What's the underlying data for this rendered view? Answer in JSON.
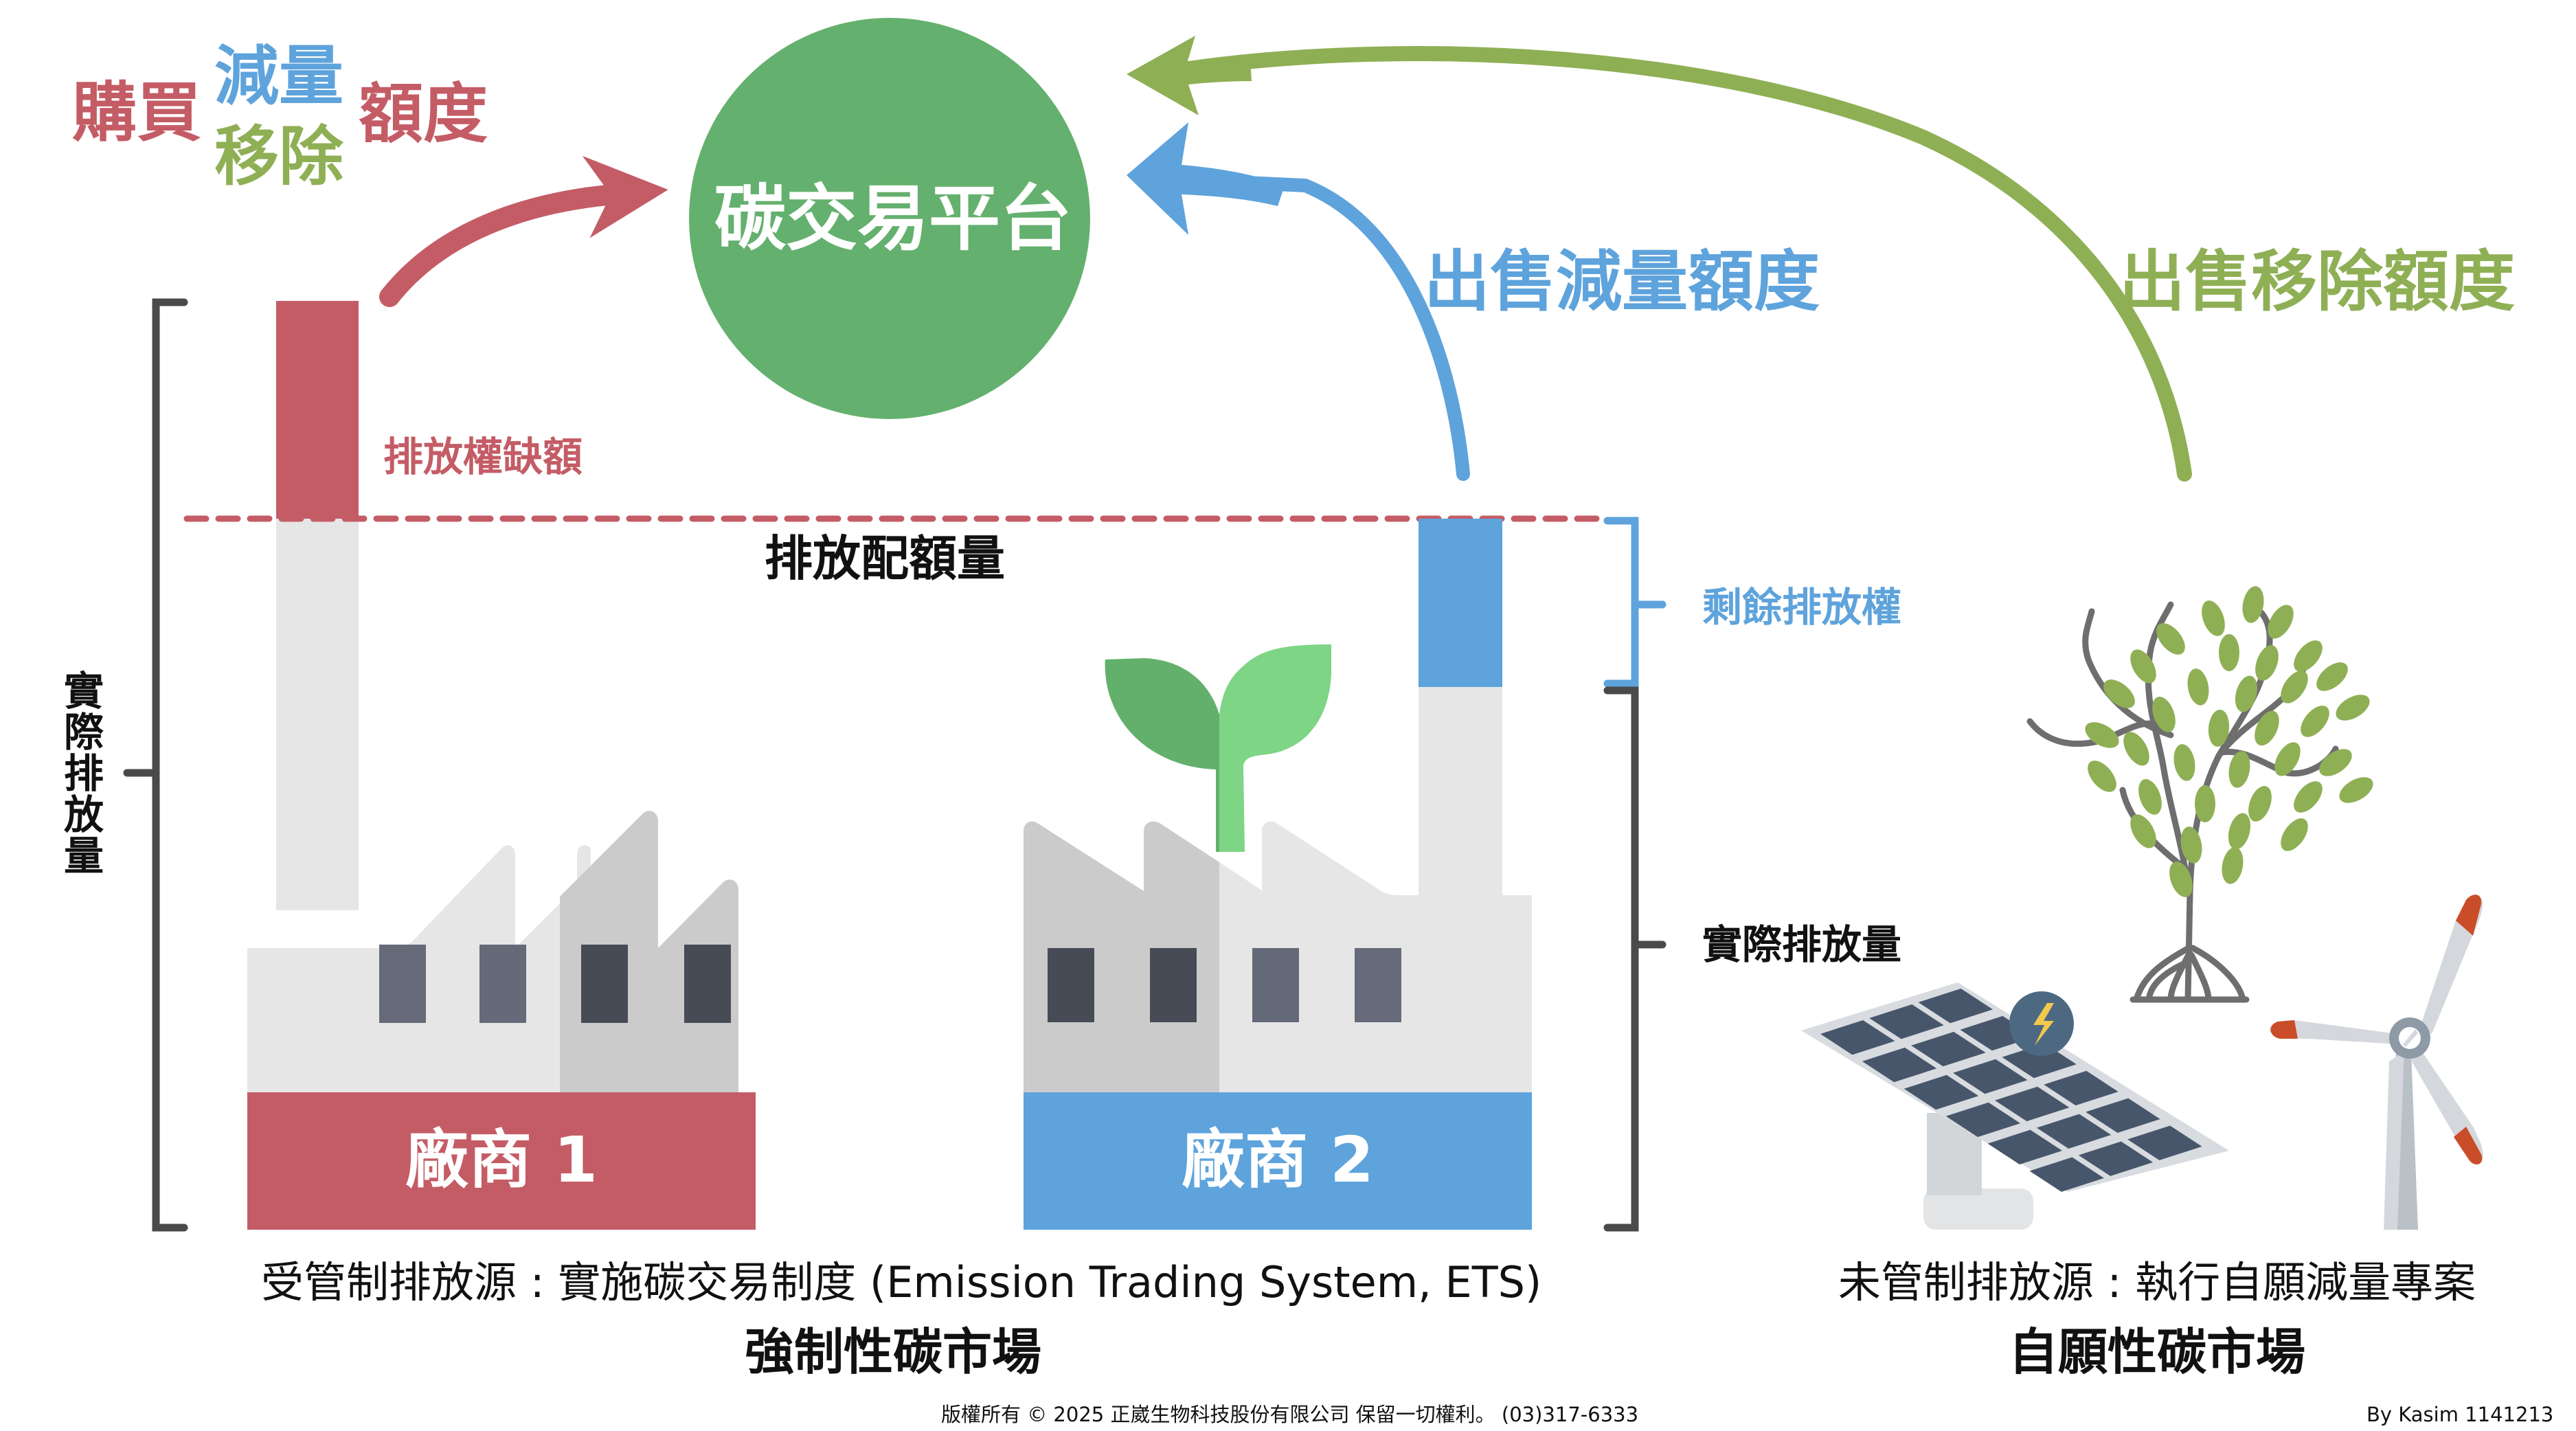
{
  "colors": {
    "red": "#c45c66",
    "blue": "#5ea3dc",
    "green_arrow": "#8faf55",
    "platform_green": "#64b06e",
    "bracket_gray": "#4a4a4a",
    "light_gray": "#e6e6e6",
    "mid_gray": "#cbcbcb",
    "window_light": "#676a78",
    "window_dark": "#474b55",
    "leaf_dark": "#62b06c",
    "leaf_light": "#7dd585",
    "turbine_orange": "#c94d28"
  },
  "buyer_label": {
    "buy": "購買",
    "reduction": "減量",
    "removal": "移除",
    "credits": "額度"
  },
  "platform": {
    "label": "碳交易平台"
  },
  "sell_reduction_label": "出售減量額度",
  "sell_removal_label": "出售移除額度",
  "labels": {
    "emission_shortfall": "排放權缺額",
    "emission_allowance": "排放配額量",
    "remaining_allowance": "剩餘排放權",
    "actual_emissions_right": "實際排放量",
    "actual_emissions_left": "實際排放量"
  },
  "companies": [
    {
      "name": "廠商 1",
      "status": "shortfall"
    },
    {
      "name": "廠商 2",
      "status": "surplus"
    }
  ],
  "captions": {
    "compliance_desc": "受管制排放源 : 實施碳交易制度 (Emission Trading System, ETS)",
    "compliance_title": "強制性碳市場",
    "voluntary_desc": "未管制排放源 : 執行自願減量專案",
    "voluntary_title": "自願性碳市場"
  },
  "footer": {
    "copyright": "版權所有 © 2025 正崴生物科技股份有限公司 保留一切權利。 (03)317-6333",
    "author": "By Kasim 1141213"
  },
  "icons": [
    "factory-icon",
    "sprout-icon",
    "tree-icon",
    "solar-panel-icon",
    "lightning-icon",
    "wind-turbine-icon"
  ]
}
